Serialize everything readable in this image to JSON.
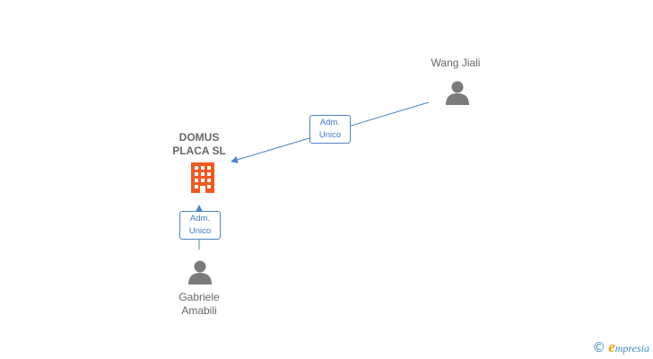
{
  "nodes": {
    "company": {
      "name": "DOMUS\nPLACA  SL",
      "color": "#f05a22"
    },
    "person_top": {
      "name": "Wang Jiali"
    },
    "person_bottom": {
      "name": "Gabriele\nAmabili"
    }
  },
  "edges": [
    {
      "role": "Adm.\nUnico"
    },
    {
      "role": "Adm.\nUnico"
    }
  ],
  "colors": {
    "edge": "#4a86c8",
    "person_icon": "#7a7a7a"
  },
  "footer": {
    "copyright": "©",
    "brand_first": "e",
    "brand_rest": "mpresia"
  }
}
